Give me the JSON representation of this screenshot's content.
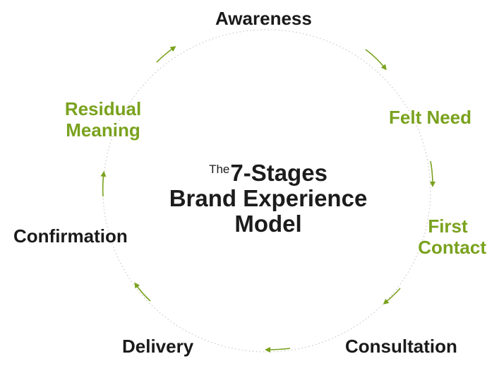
{
  "title": {
    "prefix": "The",
    "main": "7-Stages",
    "line2": "Brand Experience",
    "line3": "Model"
  },
  "stages": {
    "awareness": "Awareness",
    "felt_need": "Felt Need",
    "first_contact_1": "First",
    "first_contact_2": "Contact",
    "consultation": "Consultation",
    "delivery": "Delivery",
    "confirmation": "Confirmation",
    "residual_meaning_1": "Residual",
    "residual_meaning_2": "Meaning"
  },
  "colors": {
    "dark_text": "#1a1a1a",
    "accent_green": "#7aa21e",
    "ring": "#c9c9c9"
  }
}
